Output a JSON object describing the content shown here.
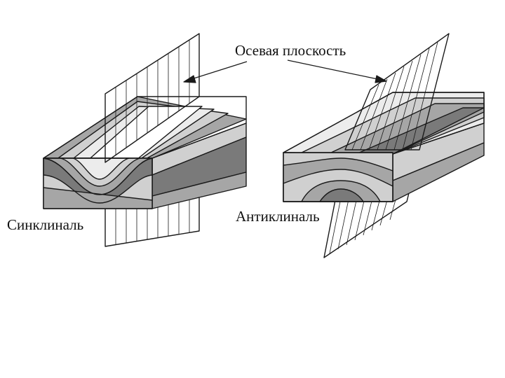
{
  "labels": {
    "axial_plane": "Осевая плоскость",
    "syncline": "Синклиналь",
    "anticline": "Антиклиналь"
  },
  "colors": {
    "background": "#ffffff",
    "stroke": "#1a1a1a",
    "layer_dark": "#7a7a7a",
    "layer_mid": "#a6a6a6",
    "layer_light": "#d0d0d0",
    "layer_white": "#ececec"
  }
}
